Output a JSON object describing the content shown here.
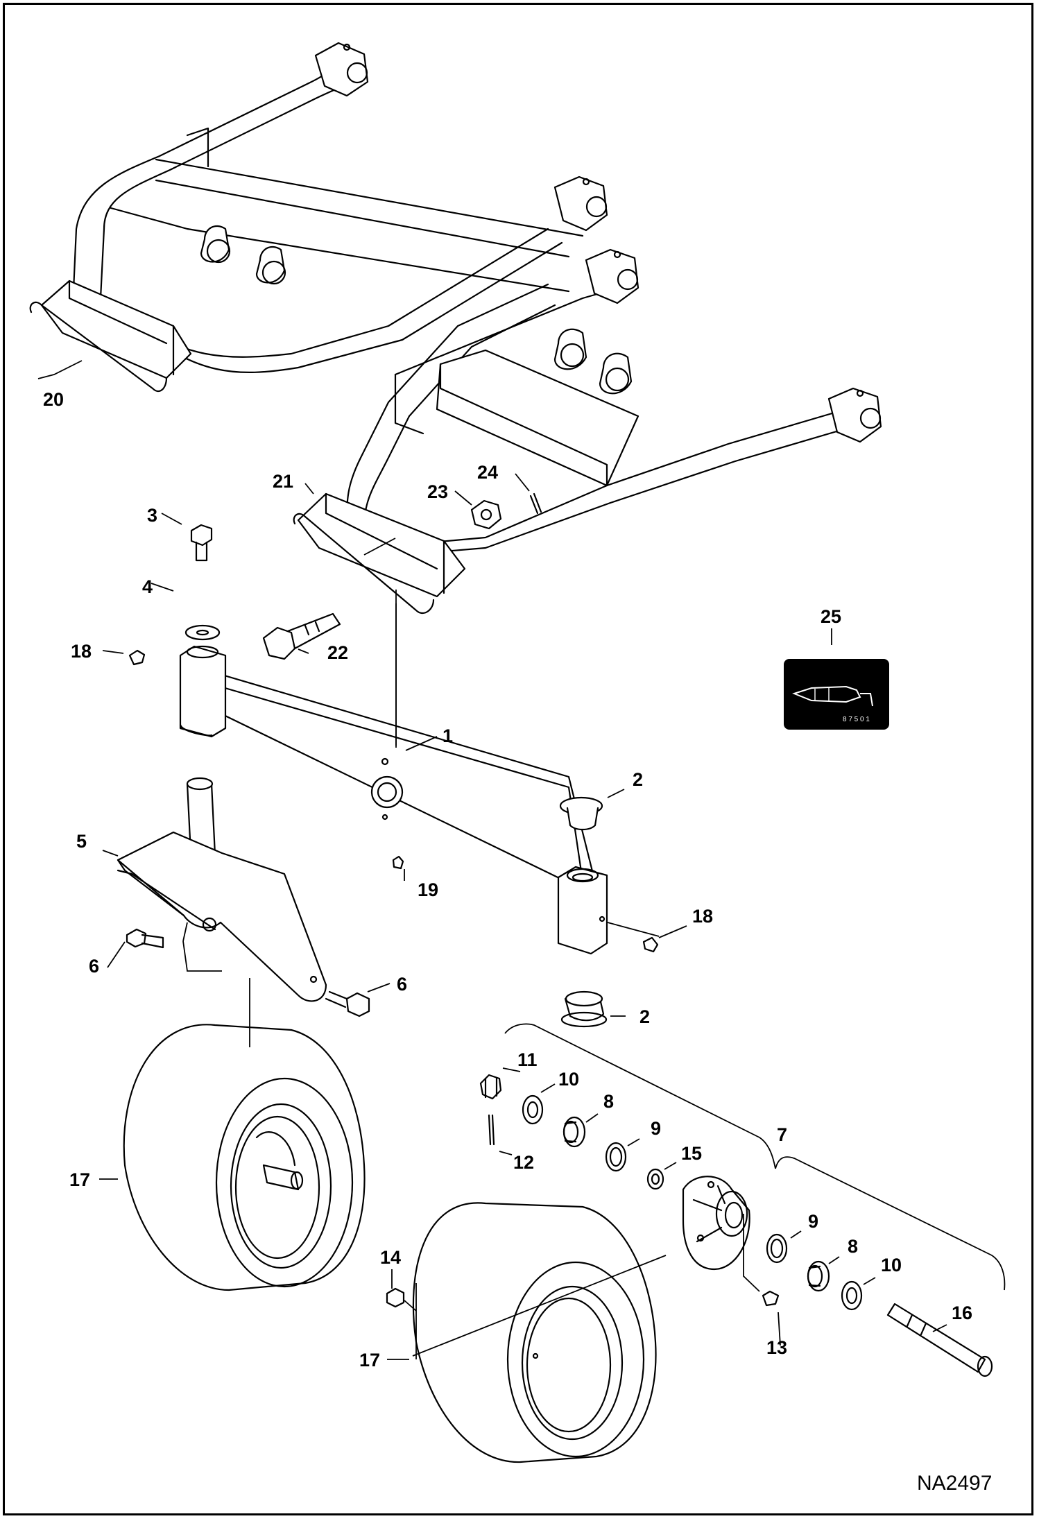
{
  "diagram": {
    "drawing_code": "NA2497",
    "callouts": [
      {
        "id": "c1",
        "label": "1"
      },
      {
        "id": "c2a",
        "label": "2"
      },
      {
        "id": "c2b",
        "label": "2"
      },
      {
        "id": "c3",
        "label": "3"
      },
      {
        "id": "c4",
        "label": "4"
      },
      {
        "id": "c5",
        "label": "5"
      },
      {
        "id": "c6a",
        "label": "6"
      },
      {
        "id": "c6b",
        "label": "6"
      },
      {
        "id": "c7",
        "label": "7"
      },
      {
        "id": "c8a",
        "label": "8"
      },
      {
        "id": "c8b",
        "label": "8"
      },
      {
        "id": "c9a",
        "label": "9"
      },
      {
        "id": "c9b",
        "label": "9"
      },
      {
        "id": "c10a",
        "label": "10"
      },
      {
        "id": "c10b",
        "label": "10"
      },
      {
        "id": "c11",
        "label": "11"
      },
      {
        "id": "c12",
        "label": "12"
      },
      {
        "id": "c13",
        "label": "13"
      },
      {
        "id": "c14",
        "label": "14"
      },
      {
        "id": "c15",
        "label": "15"
      },
      {
        "id": "c16",
        "label": "16"
      },
      {
        "id": "c17a",
        "label": "17"
      },
      {
        "id": "c17b",
        "label": "17"
      },
      {
        "id": "c18a",
        "label": "18"
      },
      {
        "id": "c18b",
        "label": "18"
      },
      {
        "id": "c19",
        "label": "19"
      },
      {
        "id": "c20",
        "label": "20"
      },
      {
        "id": "c21",
        "label": "21"
      },
      {
        "id": "c22",
        "label": "22"
      },
      {
        "id": "c23",
        "label": "23"
      },
      {
        "id": "c24",
        "label": "24"
      },
      {
        "id": "c25",
        "label": "25"
      }
    ],
    "decal_icon": "grease-gun-decal-icon"
  }
}
